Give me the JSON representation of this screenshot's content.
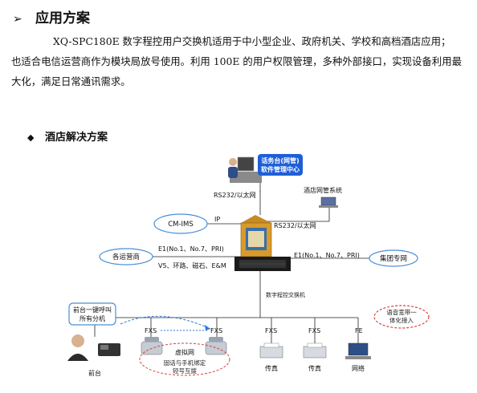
{
  "section": {
    "bullet": "➢",
    "title": "应用方案",
    "paragraph_line1": "XQ-SPC180E 数字程控用户交换机适用于中小型企业、政府机关、学校和高档酒店应用；",
    "paragraph_rest": "也适合电信运营商作为模块局放号使用。利用 100E 的用户权限管理，多种外部接口，实现设备利用最大化，满足日常通讯需求。"
  },
  "subsection": {
    "bullet": "◆",
    "title": "酒店解决方案"
  },
  "diagram": {
    "operator_bubble": [
      "话务台(网管)",
      "软件管理中心"
    ],
    "rs232_top": "RS232/以太网",
    "hotel_mgmt": "酒店网管系统",
    "ip_label": "IP",
    "rs232_right": "RS232/以太网",
    "cloud_cmims": "CM-IMS",
    "cloud_operator": "各运营商",
    "cloud_group": "集团专网",
    "e1_left": "E1(No.1、No.7、PRI)",
    "v5_left": "V5、环路、磁石、E&M",
    "e1_right": "E1(No.1、No.7、PRI)",
    "switch_label": "数字程控交换机",
    "front_desk_bubble": [
      "前台一键呼叫",
      "所有分机"
    ],
    "broadband_cloud": [
      "语音宽带一",
      "体化接入"
    ],
    "port_fxs1": "FXS",
    "port_fxs2": "FXS",
    "port_fxs3": "FXS",
    "port_fxs4": "FXS",
    "port_fe": "FE",
    "virtual_net": "虚拟网",
    "virtual_desc": [
      "固话与手机绑定",
      "短号互拨"
    ],
    "front_desk": "前台",
    "fax1": "传真",
    "fax2": "传真",
    "network": "网络",
    "colors": {
      "cloud_stroke": "#4a8fd6",
      "bubble_blue": "#1e5fd8",
      "red_dash": "#d94040",
      "pbx_gold": "#d89a2a",
      "pbx_dark": "#1a1a1a"
    }
  }
}
